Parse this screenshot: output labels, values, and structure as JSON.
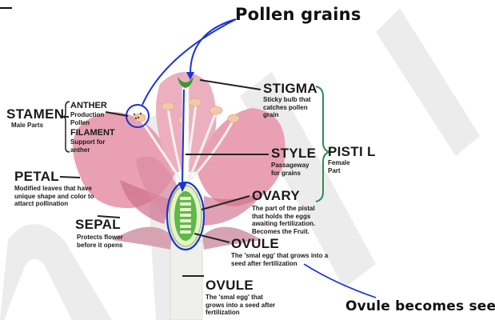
{
  "annotations": {
    "pollen_grains": "Pollen grains",
    "ovule_becomes_seeds": "Ovule becomes seeds"
  },
  "labels": {
    "stamen": {
      "title": "STAMEN",
      "desc": "Male Parts"
    },
    "anther": {
      "title": "ANTHER",
      "desc": "Production Pollen"
    },
    "filament": {
      "title": "FILAMENT",
      "desc": "Support for anther"
    },
    "petal": {
      "title": "PETAL",
      "desc": "Modified leaves that have unique shape and color to attarct pollination"
    },
    "sepal": {
      "title": "SEPAL",
      "desc": "Protects flower before it opens"
    },
    "stigma": {
      "title": "STIGMA",
      "desc": "Sticky bulb that catches pollen grain"
    },
    "style": {
      "title": "STYLE",
      "desc": "Passageway for grains"
    },
    "pistil": {
      "title": "PISTI L",
      "desc": "Female Part"
    },
    "ovary": {
      "title": "OVARY",
      "desc": "The part of the pistal that holds the eggs awaiting fertilization. Becomes the Fruit."
    },
    "ovule_1": {
      "title": "OVULE",
      "desc": "The 'smal egg' that grows into a seed after fertilization"
    },
    "ovule_2": {
      "title": "OVULE",
      "desc": "The 'smal egg' that grows into a seed after fertilization"
    }
  },
  "colors": {
    "petal": "#e9a0b3",
    "petal_dark": "#cf6f8c",
    "stem": "#eeeeea",
    "ovary_green": "#5fb84a",
    "annotation_blue": "#1a33d6",
    "brace_green": "#2e8b57",
    "watermark": "#d8d8d8"
  }
}
